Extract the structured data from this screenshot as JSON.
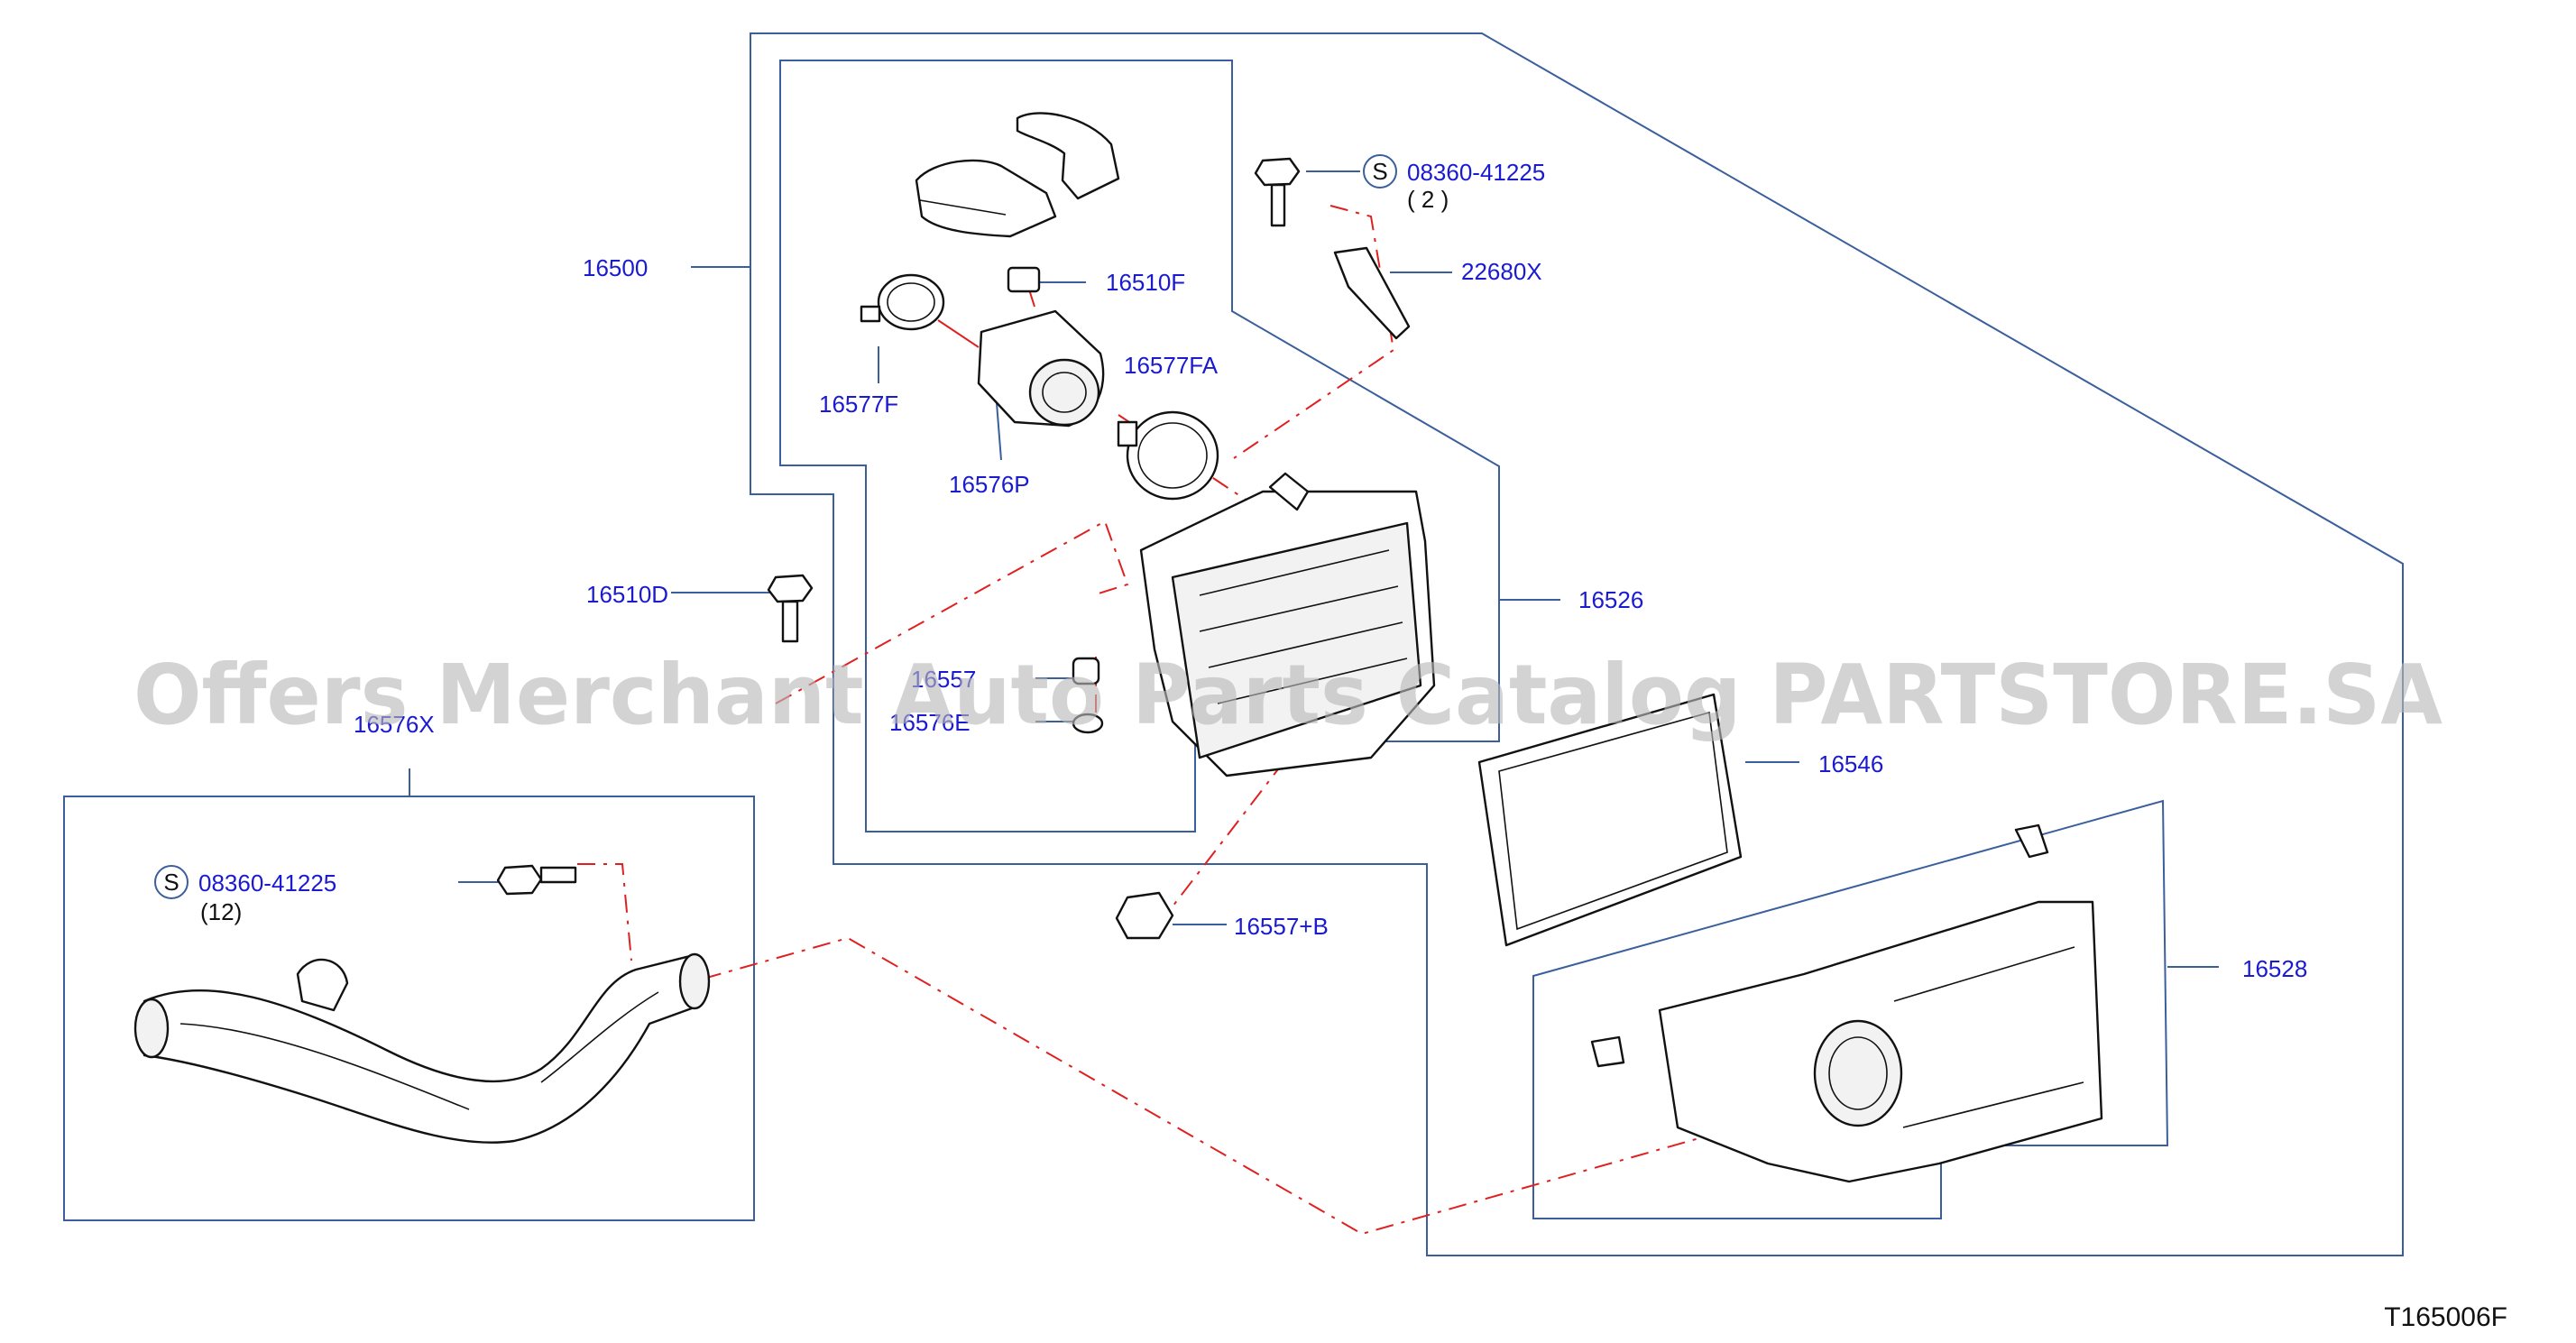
{
  "diagram": {
    "code": "T165006F",
    "watermark": "Offers Merchant Auto Parts Catalog PARTSTORE.SA",
    "labels": {
      "p16500": "16500",
      "p16510f": "16510F",
      "p16577f": "16577F",
      "p16577fa": "16577FA",
      "p16576p": "16576P",
      "p22680x": "22680X",
      "bolt_top": "08360-41225",
      "bolt_top_qty": "( 2 )",
      "p16510d": "16510D",
      "p16557": "16557",
      "p16576e": "16576E",
      "p16526": "16526",
      "p16546": "16546",
      "p16576x": "16576X",
      "bolt_left": "08360-41225",
      "bolt_left_qty": "(12)",
      "p16557b": "16557+B",
      "p16528": "16528",
      "s_symbol": "S"
    }
  }
}
